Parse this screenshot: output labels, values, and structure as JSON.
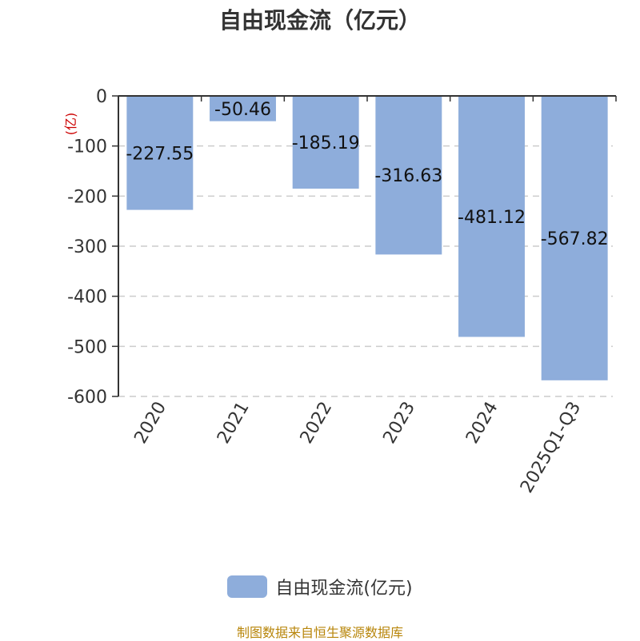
{
  "chart_data": {
    "type": "bar",
    "title": "自由现金流（亿元）",
    "unit_label": "(亿)",
    "categories": [
      "2020",
      "2021",
      "2022",
      "2023",
      "2024",
      "2025Q1-Q3"
    ],
    "series": [
      {
        "name": "自由现金流(亿元)",
        "values": [
          -227.55,
          -50.46,
          -185.19,
          -316.63,
          -481.12,
          -567.82
        ],
        "labels": [
          "-227.55",
          "-50.46",
          "-185.19",
          "-316.63",
          "-481.12",
          "-567.82"
        ],
        "color": "#8EADDB"
      }
    ],
    "y_ticks": [
      0,
      -100,
      -200,
      -300,
      -400,
      -500,
      -600
    ],
    "y_tick_labels": [
      "0",
      "-100",
      "-200",
      "-300",
      "-400",
      "-500",
      "-600"
    ],
    "ylim": [
      -600,
      0
    ],
    "grid": true,
    "legend_position": "bottom-center"
  },
  "footer": {
    "source": "制图数据来自恒生聚源数据库"
  },
  "colors": {
    "bar": "#8EADDB",
    "unit_label": "#CC0000",
    "source": "#B8860B"
  }
}
